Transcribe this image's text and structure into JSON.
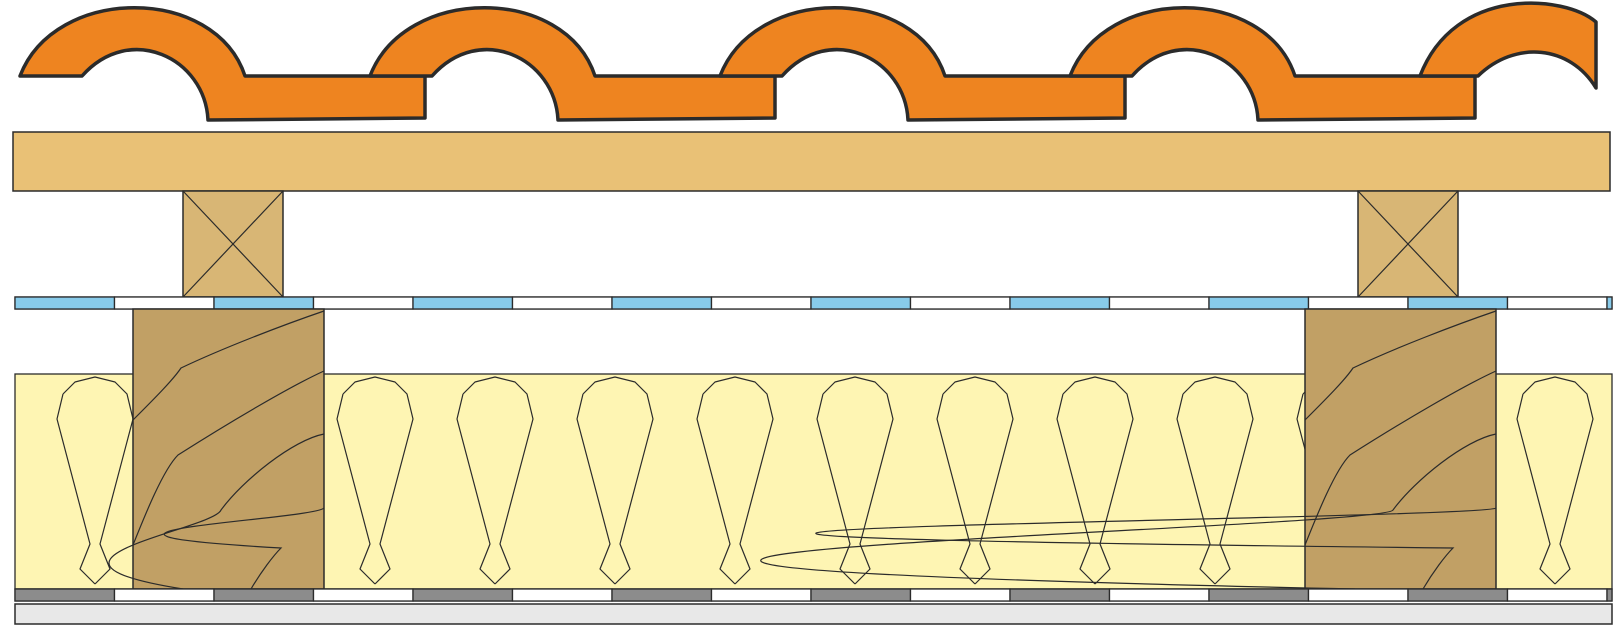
{
  "diagram": {
    "components": [
      {
        "id": "roof-tiles",
        "label": ""
      },
      {
        "id": "battens",
        "label": ""
      },
      {
        "id": "counter-battens",
        "label": ""
      },
      {
        "id": "membrane",
        "label": ""
      },
      {
        "id": "rafters",
        "label": ""
      },
      {
        "id": "insulation",
        "label": ""
      },
      {
        "id": "vapour-layer",
        "label": ""
      },
      {
        "id": "ceiling-board",
        "label": ""
      }
    ],
    "colors": {
      "tile": "#EE8420",
      "tile_edge": "#2B2B2B",
      "batten": "#E9C176",
      "counter_batten": "#D8B675",
      "membrane_blue": "#88CBEA",
      "rafter": "#C1A065",
      "insulation": "#FEF5B3",
      "vapour_grey": "#8C8C8C",
      "ceiling": "#E8E8E8",
      "line": "#2B2B2B"
    }
  }
}
